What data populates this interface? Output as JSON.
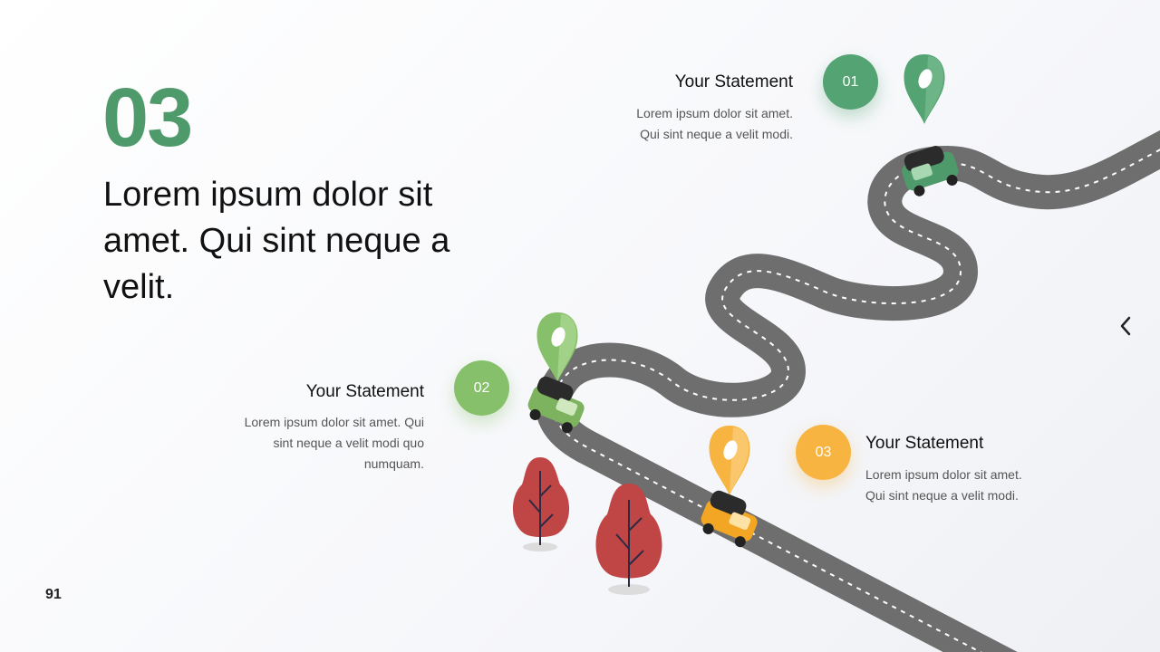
{
  "slide": {
    "number": "03",
    "headline": "Lorem ipsum dolor sit amet. Qui sint neque a velit.",
    "page_number": "91"
  },
  "statements": [
    {
      "badge": "01",
      "title": "Your Statement",
      "body": "Lorem ipsum dolor sit amet. Qui sint neque a velit modi.",
      "color": "#54a373"
    },
    {
      "badge": "02",
      "title": "Your Statement",
      "body": "Lorem ipsum dolor sit amet. Qui sint neque a velit modi quo numquam.",
      "color": "#86c06a"
    },
    {
      "badge": "03",
      "title": "Your Statement",
      "body": "Lorem ipsum dolor sit amet. Qui sint neque a velit modi.",
      "color": "#f7b441"
    }
  ],
  "colors": {
    "accent": "#4f9a6b",
    "road": "#6e6e6e",
    "tree": "#c04545"
  },
  "icons": {
    "nav": "chevron-left-icon"
  }
}
